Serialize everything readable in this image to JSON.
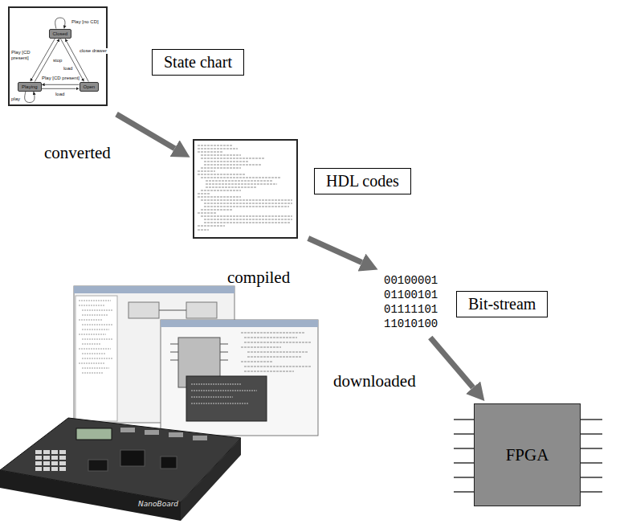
{
  "diagram": {
    "nodes": [
      {
        "text": [
          "State chart"
        ]
      },
      {
        "text": [
          "Closed"
        ],
        "in": 0
      },
      {
        "text": [
          "Playing"
        ],
        "in": 0
      },
      {
        "text": [
          "Open"
        ],
        "in": 0
      },
      {
        "text": [
          "HDL codes"
        ]
      },
      {
        "text": [
          "00100001 01100101 01111101 11010100",
          "Bit-stream"
        ]
      },
      {
        "text": [
          "FPGA"
        ]
      }
    ],
    "edges": [
      {
        "from": 0,
        "to": 4,
        "arrow": "to",
        "label": "converted"
      },
      {
        "from": 4,
        "to": 5,
        "arrow": "to",
        "label": "compiled"
      },
      {
        "from": 5,
        "to": 6,
        "arrow": "to",
        "label": "downloaded"
      },
      {
        "from": 1,
        "to": 1,
        "arrow": "to",
        "label": "Play [no CD]"
      },
      {
        "from": 1,
        "to": 2,
        "arrow": "to",
        "label": "Play [CD present]"
      },
      {
        "from": 2,
        "to": 1,
        "arrow": "to",
        "label": "stop"
      },
      {
        "from": 1,
        "to": 3,
        "arrow": "to",
        "label": "load"
      },
      {
        "from": 3,
        "to": 1,
        "arrow": "to",
        "label": "close drawer"
      },
      {
        "from": 2,
        "to": 3,
        "arrow": "to",
        "label": "load"
      },
      {
        "from": 3,
        "to": 2,
        "arrow": "to",
        "label": "Play [CD present]"
      },
      {
        "from": 2,
        "to": 2,
        "arrow": "to",
        "label": "play"
      }
    ],
    "labels": [
      "NanoBoard"
    ]
  }
}
